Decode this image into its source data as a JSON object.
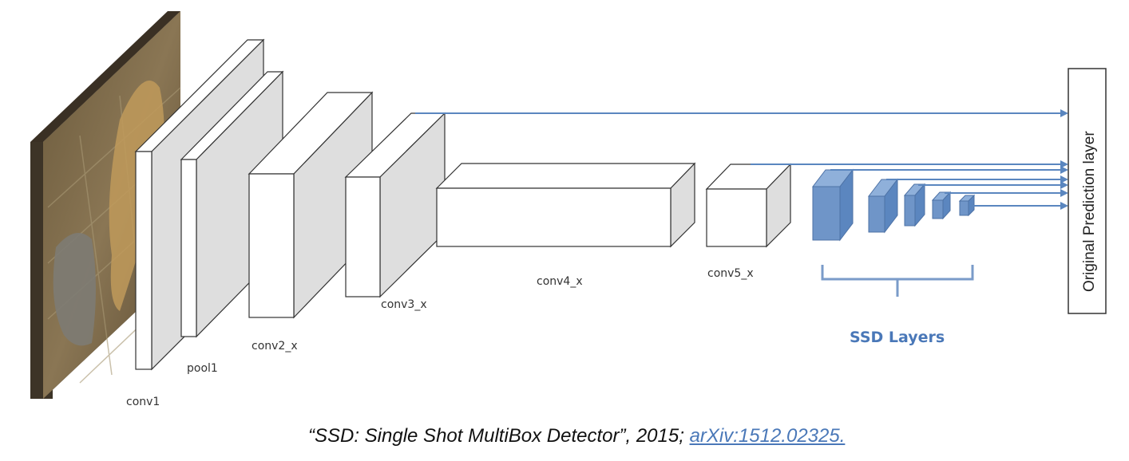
{
  "layers": {
    "conv1": "conv1",
    "pool1": "pool1",
    "conv2": "conv2_x",
    "conv3": "conv3_x",
    "conv4": "conv4_x",
    "conv5": "conv5_x"
  },
  "ssd_layers_label": "SSD Layers",
  "prediction_layer_label": "Original Prediction layer",
  "caption": {
    "text": "“SSD: Single Shot MultiBox Detector”, 2015; ",
    "link_text": "arXiv:1512.02325."
  },
  "colors": {
    "ssd_blue": "#6f95c8",
    "arrow_blue": "#5a86bf",
    "box_side": "#dedede",
    "link": "#4a78b8"
  }
}
